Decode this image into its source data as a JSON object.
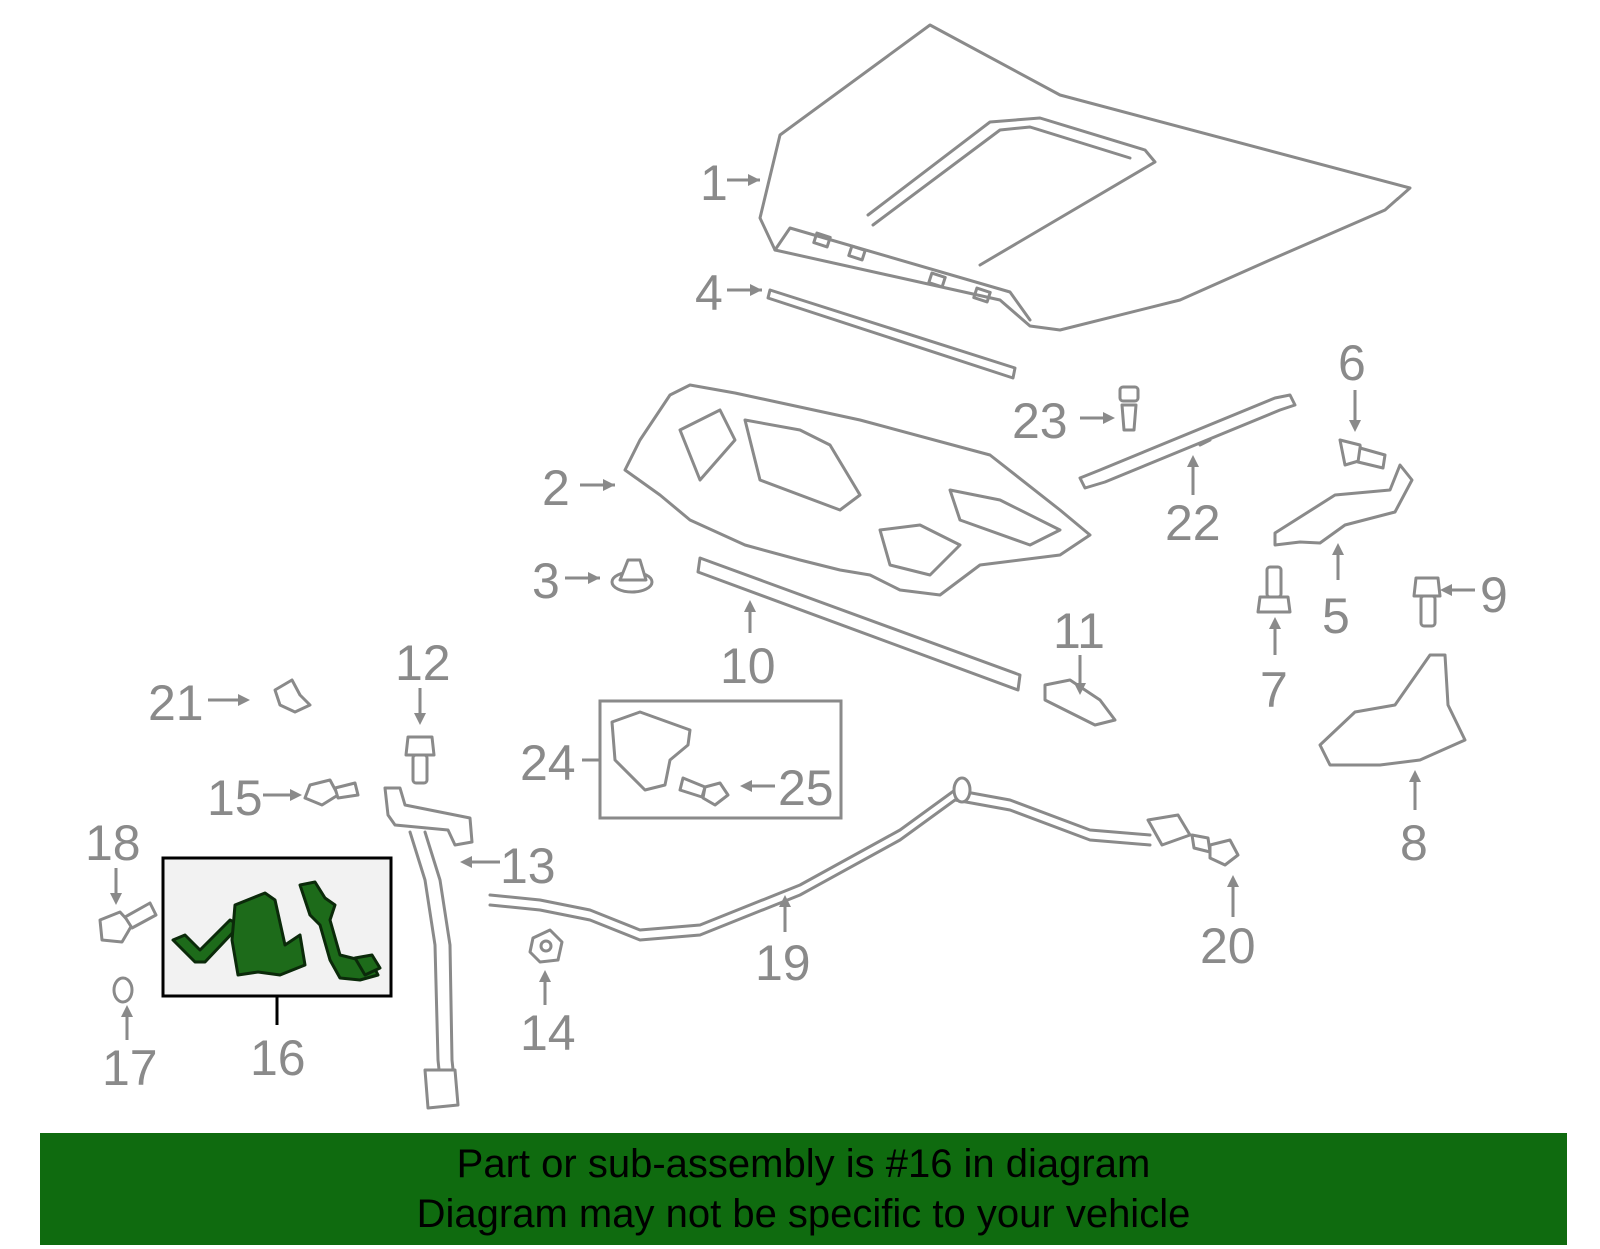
{
  "callouts": [
    {
      "id": "1",
      "text": "1"
    },
    {
      "id": "2",
      "text": "2"
    },
    {
      "id": "3",
      "text": "3"
    },
    {
      "id": "4",
      "text": "4"
    },
    {
      "id": "5",
      "text": "5"
    },
    {
      "id": "6",
      "text": "6"
    },
    {
      "id": "7",
      "text": "7"
    },
    {
      "id": "8",
      "text": "8"
    },
    {
      "id": "9",
      "text": "9"
    },
    {
      "id": "10",
      "text": "10"
    },
    {
      "id": "11",
      "text": "11"
    },
    {
      "id": "12",
      "text": "12"
    },
    {
      "id": "13",
      "text": "13"
    },
    {
      "id": "14",
      "text": "14"
    },
    {
      "id": "15",
      "text": "15"
    },
    {
      "id": "16",
      "text": "16"
    },
    {
      "id": "17",
      "text": "17"
    },
    {
      "id": "18",
      "text": "18"
    },
    {
      "id": "19",
      "text": "19"
    },
    {
      "id": "20",
      "text": "20"
    },
    {
      "id": "21",
      "text": "21"
    },
    {
      "id": "22",
      "text": "22"
    },
    {
      "id": "23",
      "text": "23"
    },
    {
      "id": "24",
      "text": "24"
    },
    {
      "id": "25",
      "text": "25"
    }
  ],
  "highlighted_part": "16",
  "colors": {
    "highlight": "#1d6b1a",
    "banner": "#0f6b0f",
    "line": "#8a8a8a"
  },
  "banner": {
    "line1": "Part or sub-assembly is #16 in diagram",
    "line2": "Diagram may not be specific to your vehicle"
  }
}
